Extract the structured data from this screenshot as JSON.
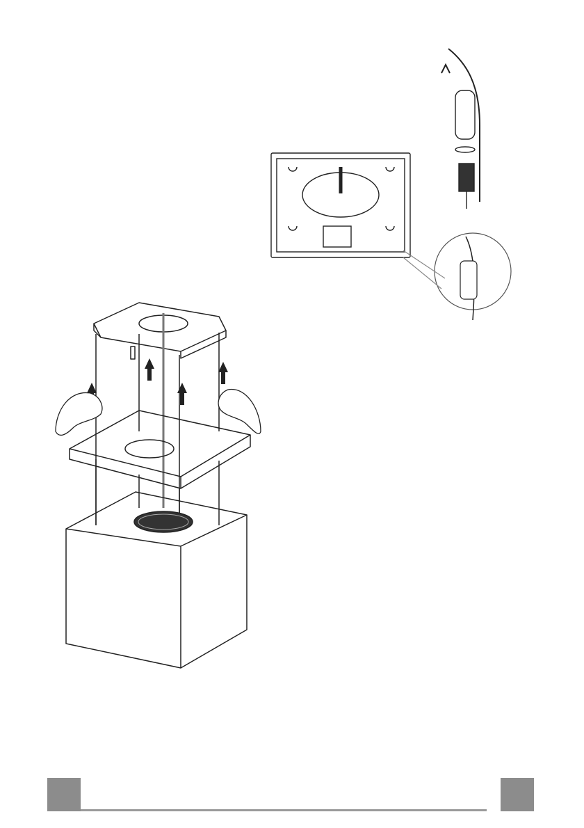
{
  "page": {
    "background": "#ffffff",
    "accent_gray": "#8c8c8c"
  },
  "figures": [
    {
      "id": "hood-assembly",
      "icon": "hood-lift-installation-illustration"
    },
    {
      "id": "mount-plate",
      "icon": "ceiling-mounting-plate-illustration"
    },
    {
      "id": "cable-clamp",
      "icon": "cable-clamp-illustration"
    },
    {
      "id": "detail-zoom",
      "icon": "detail-magnifier-illustration"
    }
  ],
  "footer": {
    "left_tab": "",
    "right_tab": ""
  }
}
